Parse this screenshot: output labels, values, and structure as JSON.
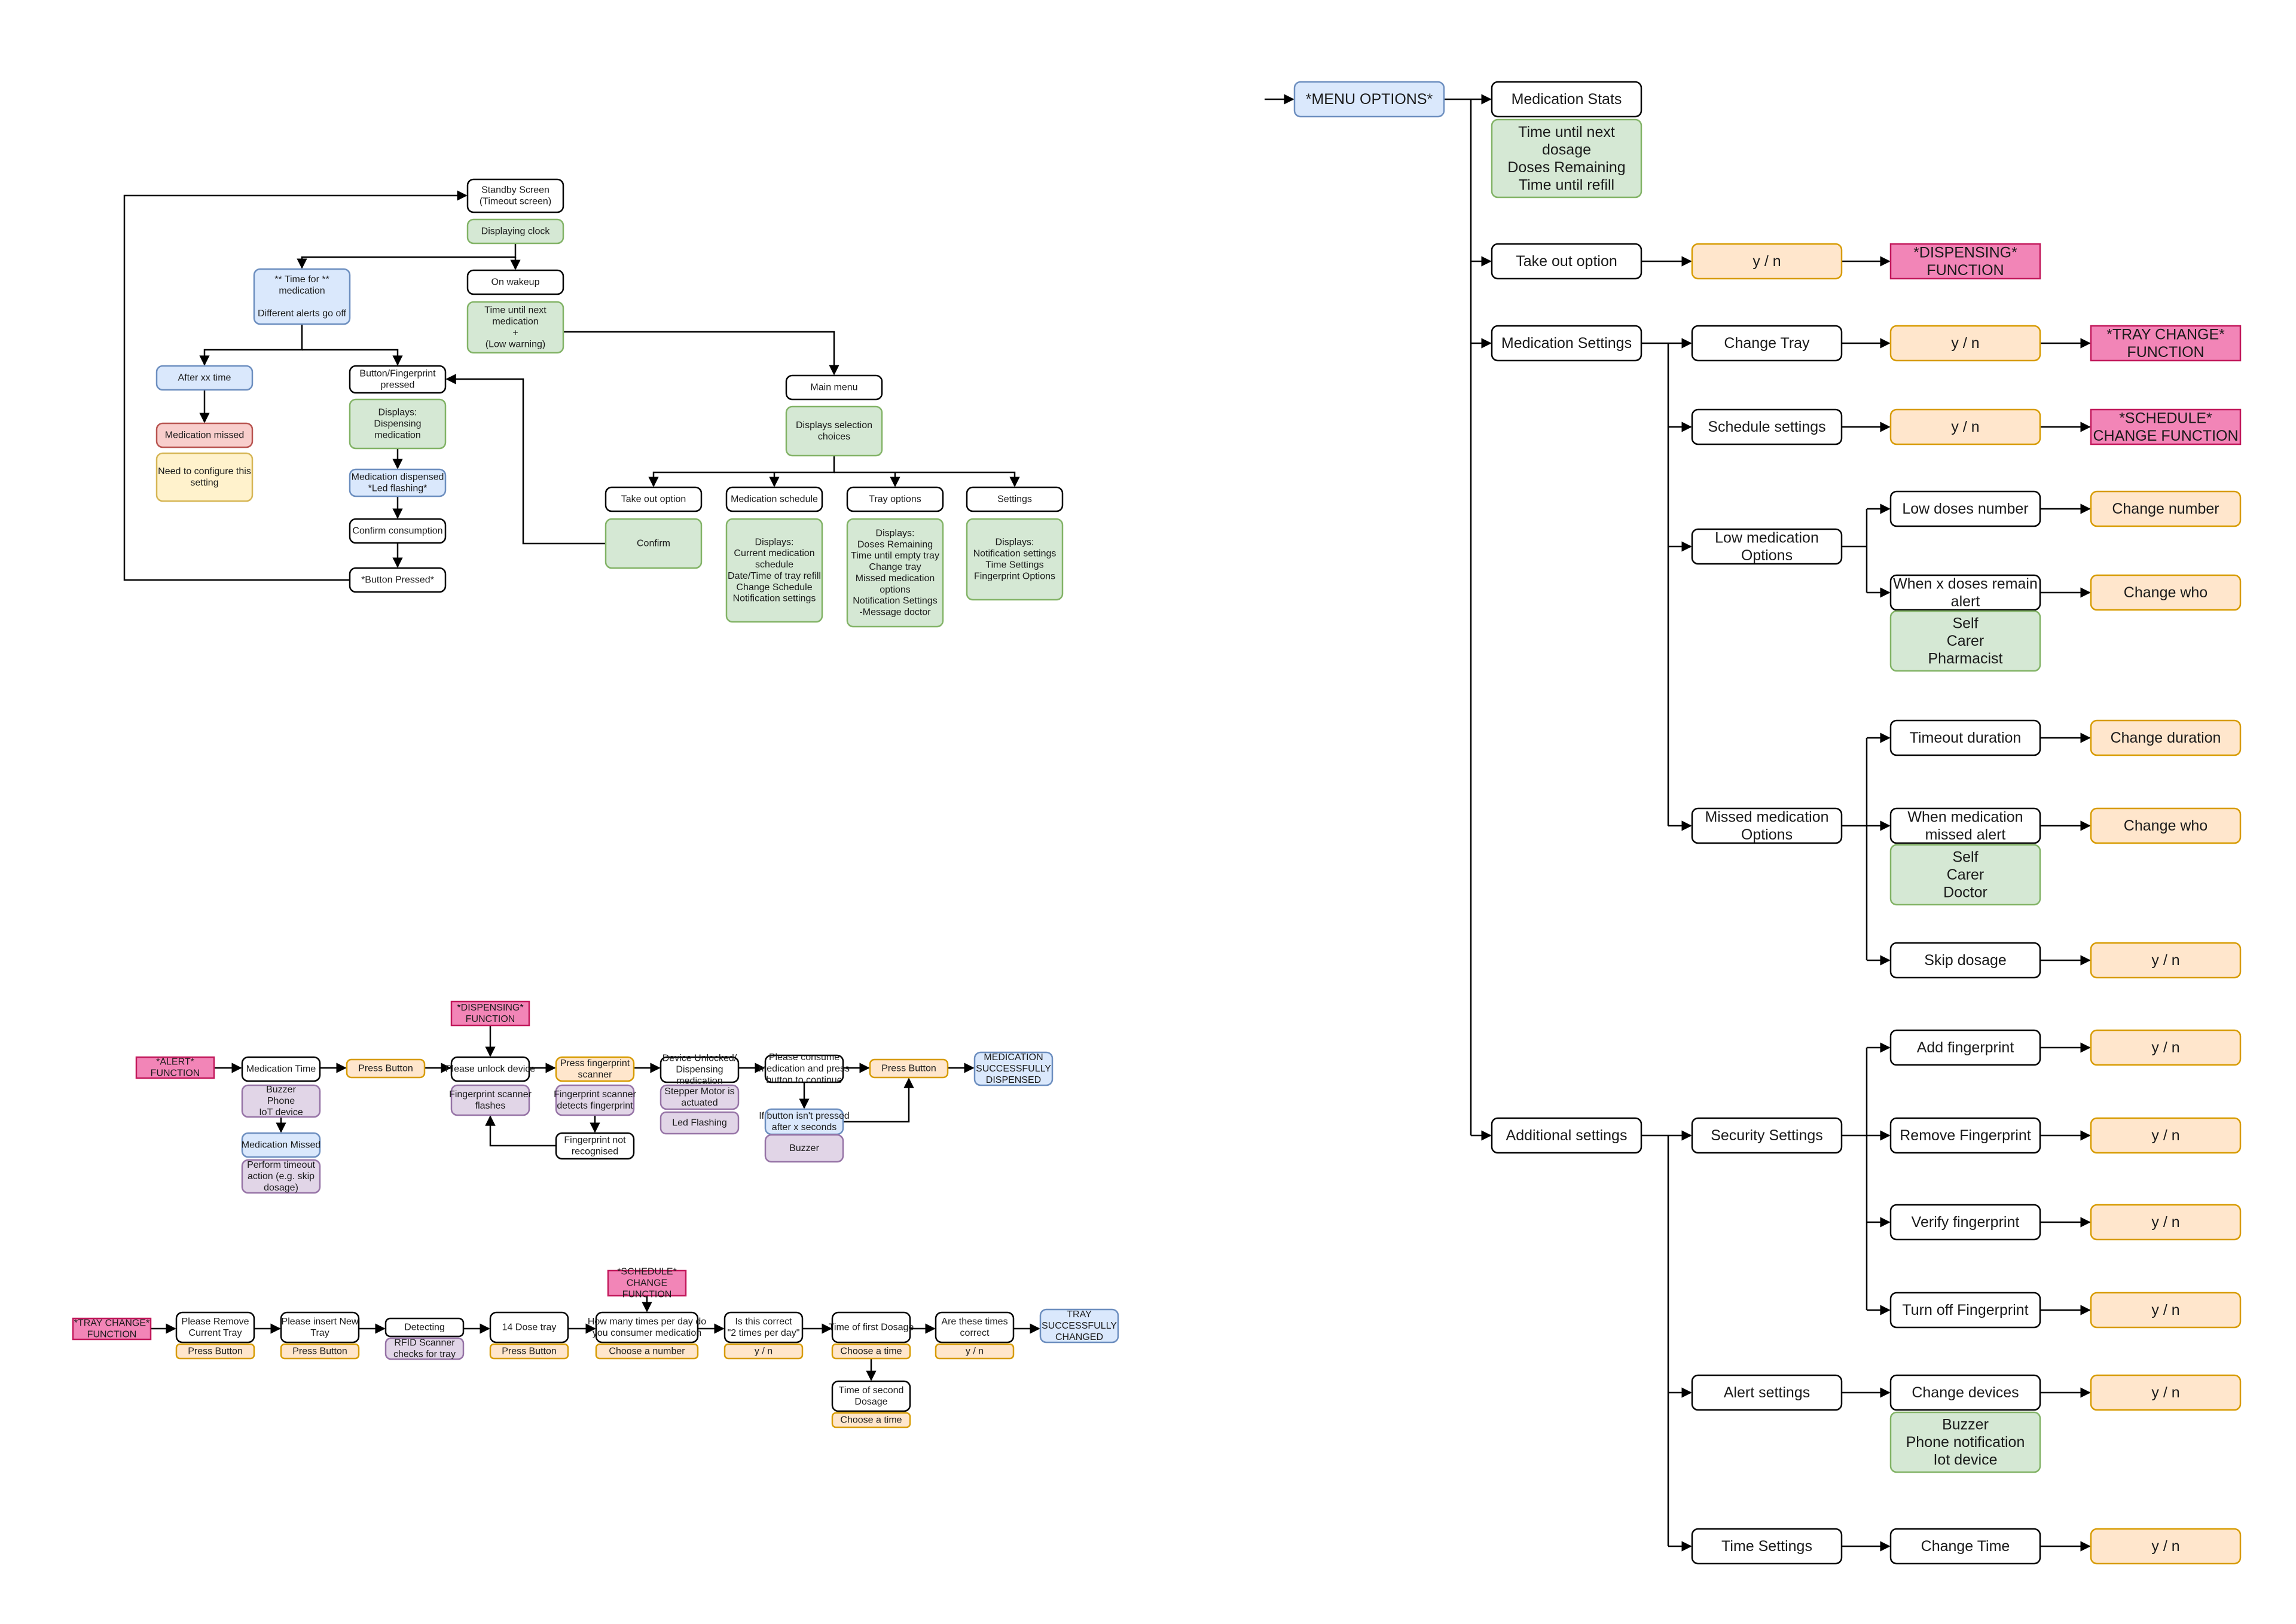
{
  "colors": {
    "white": {
      "fill": "#ffffff",
      "stroke": "#000000"
    },
    "green": {
      "fill": "#d5e8d4",
      "stroke": "#82b366"
    },
    "blue": {
      "fill": "#dae8fc",
      "stroke": "#6c8ebf"
    },
    "red": {
      "fill": "#f8cecc",
      "stroke": "#b85450"
    },
    "yellow": {
      "fill": "#fff2cc",
      "stroke": "#d6b656"
    },
    "orange": {
      "fill": "#ffe6cc",
      "stroke": "#d79b00"
    },
    "purple": {
      "fill": "#e1d5e7",
      "stroke": "#9673a6"
    },
    "pink": {
      "fill": "#f285b7",
      "stroke": "#c2185b"
    }
  },
  "standby_flow": {
    "standby_screen": [
      "Standby Screen",
      "(Timeout screen)"
    ],
    "displaying_clock": [
      "Displaying clock"
    ],
    "time_for_medication": [
      "**  Time for  **",
      "medication",
      "",
      "Different alerts go off"
    ],
    "on_wakeup": [
      "On wakeup"
    ],
    "time_until_next": [
      "Time until next",
      "medication",
      "+",
      "(Low warning)"
    ],
    "after_time": [
      "After xx time"
    ],
    "button_fp_pressed": [
      "Button/Fingerprint",
      "pressed"
    ],
    "medication_missed": [
      "Medication missed"
    ],
    "need_configure": [
      "Need to configure this",
      "setting"
    ],
    "displays_dispensing": [
      "Displays:",
      "Dispensing",
      "medication"
    ],
    "medication_dispensed": [
      "Medication dispensed",
      "*Led flashing*"
    ],
    "confirm_consumption": [
      "Confirm consumption"
    ],
    "button_pressed": [
      "*Button Pressed*"
    ],
    "main_menu": [
      "Main menu"
    ],
    "displays_selection": [
      "Displays selection",
      "choices"
    ],
    "take_out_option": [
      "Take out option"
    ],
    "medication_schedule": [
      "Medication schedule"
    ],
    "tray_options": [
      "Tray options"
    ],
    "settings": [
      "Settings"
    ],
    "confirm": [
      "Confirm"
    ],
    "schedule_displays": [
      "Displays:",
      "Current medication",
      "schedule",
      "Date/Time of tray refill",
      "Change Schedule",
      "Notification settings"
    ],
    "tray_displays": [
      "Displays:",
      "Doses Remaining",
      "Time until empty tray",
      "Change tray",
      "Missed medication",
      "options",
      "Notification Settings",
      "-Message doctor"
    ],
    "settings_displays": [
      "Displays:",
      "Notification settings",
      "Time Settings",
      "Fingerprint Options"
    ]
  },
  "alert_flow": {
    "alert_function": [
      "*ALERT*",
      "FUNCTION"
    ],
    "medication_time": [
      "Medication Time"
    ],
    "alert_devices": [
      "Buzzer",
      "Phone",
      "IoT device"
    ],
    "press_button": [
      "Press Button"
    ],
    "dispensing_function": [
      "*DISPENSING*",
      "FUNCTION"
    ],
    "please_unlock": [
      "Please unlock device"
    ],
    "press_fingerprint": [
      "Press fingerprint",
      "scanner"
    ],
    "device_unlocked": [
      "Device Unlocked/",
      "Dispensing",
      "medication"
    ],
    "please_consume": [
      "Please consume",
      "medication and press",
      "button to continue"
    ],
    "press_button_2": [
      "Press Button"
    ],
    "successfully_dispensed": [
      "MEDICATION",
      "SUCCESSFULLY",
      "DISPENSED"
    ],
    "scanner_flashes": [
      "Fingerprint scanner",
      "flashes"
    ],
    "scanner_detects": [
      "Fingerprint scanner",
      "detects fingerprint"
    ],
    "stepper_motor": [
      "Stepper Motor is",
      "actuated"
    ],
    "led_flashing": [
      "Led Flashing"
    ],
    "not_recognised": [
      "Fingerprint not",
      "recognised"
    ],
    "button_not_pressed": [
      "If button isn't pressed",
      "after x seconds"
    ],
    "buzzer": [
      "Buzzer"
    ],
    "medication_missed": [
      "Medication Missed"
    ],
    "perform_timeout": [
      "Perform timeout",
      "action (e.g. skip",
      "dosage)"
    ]
  },
  "tray_flow": {
    "tray_change_function": [
      "*TRAY CHANGE*",
      "FUNCTION"
    ],
    "remove_tray": [
      "Please Remove",
      "Current Tray"
    ],
    "remove_tray_action": [
      "Press Button"
    ],
    "insert_tray": [
      "Please insert New",
      "Tray"
    ],
    "insert_tray_action": [
      "Press Button"
    ],
    "detecting": [
      "Detecting"
    ],
    "rfid_scanner": [
      "RFID Scanner",
      "checks for tray"
    ],
    "dose_tray": [
      "14 Dose tray"
    ],
    "dose_tray_action": [
      "Press Button"
    ],
    "schedule_change_function": [
      "*SCHEDULE*",
      "CHANGE",
      "FUNCTION"
    ],
    "how_many_times": [
      "How many times per day do",
      "you consumer medication"
    ],
    "choose_number": [
      "Choose a number"
    ],
    "is_this_correct": [
      "Is this correct",
      "\"2 times per day\""
    ],
    "is_correct_yn": [
      "y / n"
    ],
    "time_first_dosage": [
      "Time of first Dosage"
    ],
    "choose_time_1": [
      "Choose a time"
    ],
    "are_times_correct": [
      "Are these times",
      "correct"
    ],
    "times_correct_yn": [
      "y / n"
    ],
    "tray_changed": [
      "TRAY",
      "SUCCESSFULLY",
      "CHANGED"
    ],
    "time_second_dosage": [
      "Time of second",
      "Dosage"
    ],
    "choose_time_2": [
      "Choose a time"
    ]
  },
  "menu_tree": {
    "menu_options": [
      "*MENU OPTIONS*"
    ],
    "medication_stats": [
      "Medication Stats"
    ],
    "stats_details": [
      "Time until next",
      "dosage",
      "Doses Remaining",
      "Time until refill"
    ],
    "take_out_option": [
      "Take out option"
    ],
    "take_out_yn": [
      "y / n"
    ],
    "dispensing_function": [
      "*DISPENSING*",
      "FUNCTION"
    ],
    "medication_settings": [
      "Medication Settings"
    ],
    "change_tray": [
      "Change Tray"
    ],
    "change_tray_yn": [
      "y / n"
    ],
    "tray_change_function": [
      "*TRAY CHANGE*",
      "FUNCTION"
    ],
    "schedule_settings": [
      "Schedule settings"
    ],
    "schedule_yn": [
      "y / n"
    ],
    "schedule_change_function": [
      "*SCHEDULE*",
      "CHANGE FUNCTION"
    ],
    "low_medication_options": [
      "Low medication",
      "Options"
    ],
    "low_doses_number": [
      "Low doses number"
    ],
    "change_number": [
      "Change number"
    ],
    "when_x_doses": [
      "When x doses remain",
      "alert"
    ],
    "change_who_1": [
      "Change who"
    ],
    "who_list_1": [
      "Self",
      "Carer",
      "Pharmacist"
    ],
    "missed_medication_options": [
      "Missed medication",
      "Options"
    ],
    "timeout_duration": [
      "Timeout duration"
    ],
    "change_duration": [
      "Change duration"
    ],
    "when_missed_alert": [
      "When medication",
      "missed alert"
    ],
    "change_who_2": [
      "Change who"
    ],
    "who_list_2": [
      "Self",
      "Carer",
      "Doctor"
    ],
    "skip_dosage": [
      "Skip dosage"
    ],
    "skip_yn": [
      "y / n"
    ],
    "additional_settings": [
      "Additional settings"
    ],
    "security_settings": [
      "Security Settings"
    ],
    "add_fingerprint": [
      "Add fingerprint"
    ],
    "add_yn": [
      "y / n"
    ],
    "remove_fingerprint": [
      "Remove Fingerprint"
    ],
    "remove_yn": [
      "y / n"
    ],
    "verify_fingerprint": [
      "Verify fingerprint"
    ],
    "verify_yn": [
      "y / n"
    ],
    "turn_off_fingerprint": [
      "Turn off Fingerprint"
    ],
    "turn_off_yn": [
      "y / n"
    ],
    "alert_settings": [
      "Alert settings"
    ],
    "change_devices": [
      "Change devices"
    ],
    "devices_yn": [
      "y / n"
    ],
    "device_list": [
      "Buzzer",
      "Phone notification",
      "Iot device"
    ],
    "time_settings": [
      "Time Settings"
    ],
    "change_time": [
      "Change Time"
    ],
    "time_yn": [
      "y / n"
    ]
  }
}
